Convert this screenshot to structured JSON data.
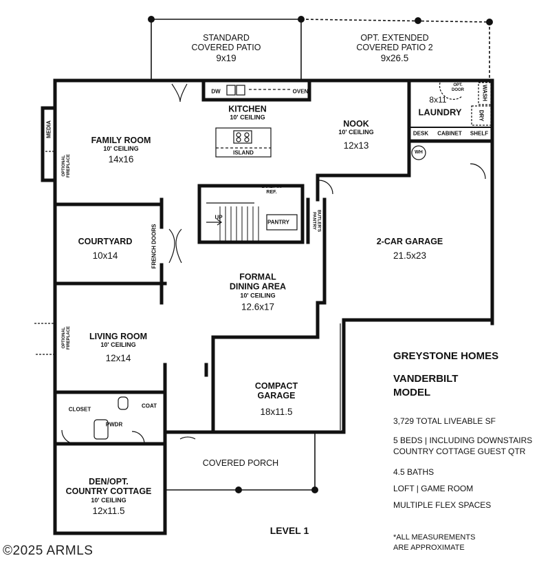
{
  "plan": {
    "level": "LEVEL 1",
    "rooms": {
      "standard_patio": {
        "name": "STANDARD\nCOVERED PATIO",
        "line1": "STANDARD",
        "line2": "COVERED PATIO",
        "size": "9x19"
      },
      "extended_patio": {
        "line1": "OPT. EXTENDED",
        "line2": "COVERED PATIO 2",
        "size": "9x26.5"
      },
      "kitchen": {
        "name": "KITCHEN",
        "ceiling": "10' CEILING",
        "dw": "DW",
        "oven": "OVEN",
        "island": "ISLAND"
      },
      "nook": {
        "name": "NOOK",
        "ceiling": "10' CEILING",
        "size": "12x13"
      },
      "laundry": {
        "name": "LAUNDRY",
        "size": "8x11",
        "opt_door": "OPT. DOOR",
        "wash": "WASH",
        "dry": "DRY",
        "desk": "DESK",
        "cabinet": "CABINET",
        "shelf": "SHELF",
        "wh": "WH"
      },
      "family_room": {
        "name": "FAMILY ROOM",
        "ceiling": "10' CEILING",
        "size": "14x16",
        "media": "MEDIA",
        "fireplace": "OPTIONAL FIREPLACE"
      },
      "stairs": {
        "up": "UP",
        "built_in": "BUILT-IN",
        "ref": "REF.",
        "pantry": "PANTRY",
        "butlers": "BUTLER'S PANTRY"
      },
      "courtyard": {
        "name": "COURTYARD",
        "size": "10x14",
        "french_doors": "FRENCH DOORS"
      },
      "garage_2car": {
        "name": "2-CAR GARAGE",
        "size": "21.5x23"
      },
      "dining": {
        "line1": "FORMAL",
        "line2": "DINING AREA",
        "ceiling": "10' CEILING",
        "size": "12.6x17"
      },
      "living_room": {
        "name": "LIVING ROOM",
        "ceiling": "10' CEILING",
        "size": "12x14",
        "fireplace": "OPTIONAL FIREPLACE"
      },
      "compact_garage": {
        "line1": "COMPACT",
        "line2": "GARAGE",
        "size": "18x11.5"
      },
      "closet": {
        "name": "CLOSET"
      },
      "powder": {
        "name": "PWDR"
      },
      "coat": {
        "name": "COAT"
      },
      "covered_porch": {
        "name": "COVERED PORCH"
      },
      "den": {
        "line1": "DEN/OPT.",
        "line2": "COUNTRY COTTAGE",
        "ceiling": "10' CEILING",
        "size": "12x11.5"
      }
    }
  },
  "info": {
    "brand": "GREYSTONE HOMES",
    "model_line1": "VANDERBILT",
    "model_line2": "MODEL",
    "sf": "3,729 TOTAL LIVEABLE SF",
    "beds_line1": "5 BEDS | INCLUDING DOWNSTAIRS",
    "beds_line2": "COUNTRY COTTAGE GUEST QTR",
    "baths": "4.5 BATHS",
    "loft": "LOFT | GAME ROOM",
    "flex": "MULTIPLE FLEX SPACES",
    "note_line1": "*ALL MEASUREMENTS",
    "note_line2": "ARE APPROXIMATE"
  },
  "watermark": "©2025 ARMLS"
}
